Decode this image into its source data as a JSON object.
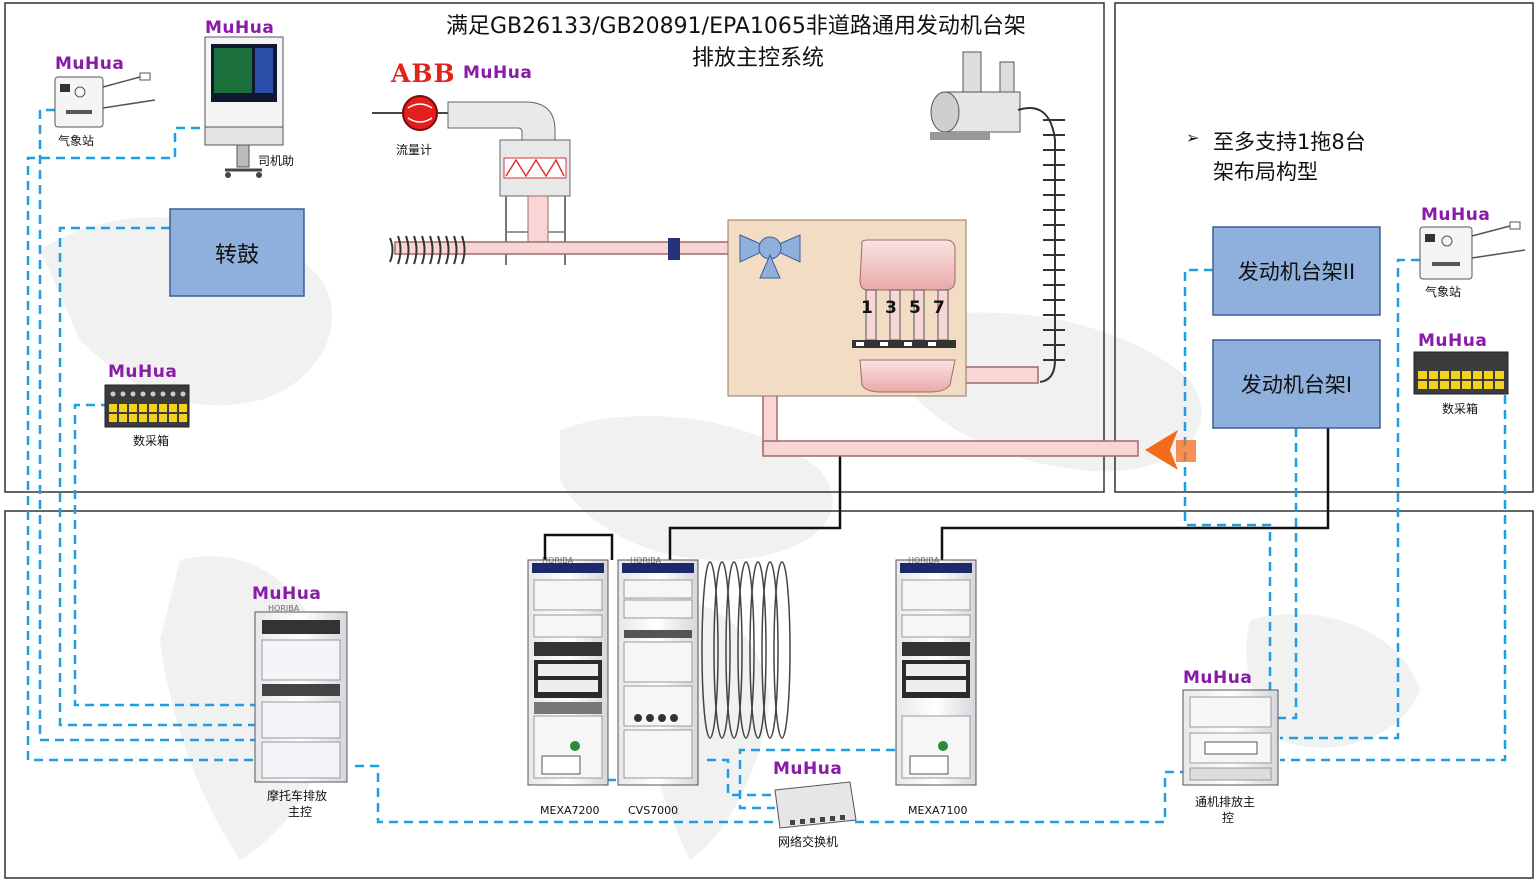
{
  "title": {
    "line1": "满足GB26133/GB20891/EPA1065非道路通用发动机台架",
    "line2": "排放主控系统"
  },
  "brands": {
    "muhua": "MuHua",
    "abb": "ABB",
    "horiba": "HORIBA"
  },
  "note": {
    "bullet": "➢",
    "line1": "至多支持1拖8台",
    "line2": "架布局构型"
  },
  "labels": {
    "weather_station_left": "气象站",
    "driver_robot": "司机助",
    "flow_meter": "流量计",
    "dyno": "转鼓",
    "daq_left": "数采箱",
    "engine_bench_2": "发动机台架II",
    "engine_bench_1": "发动机台架I",
    "weather_station_right": "气象站",
    "daq_right": "数采箱",
    "moto_controller_l1": "摩托车排放",
    "moto_controller_l2": "主控",
    "mexa7200": "MEXA7200",
    "cvs7000": "CVS7000",
    "mexa7100": "MEXA7100",
    "network_switch": "网络交换机",
    "general_controller_l1": "通机排放主",
    "general_controller_l2": "控"
  },
  "cylinder_numbers": [
    "1",
    "3",
    "5",
    "7"
  ],
  "colors": {
    "panel_border": "#333333",
    "box_fill": "#8fb0dc",
    "box_border": "#3b5f94",
    "dash_line": "#1ea0e0",
    "solid_line": "#111111",
    "pipe_fill": "#f8d6d6",
    "pipe_stroke": "#a06a6a",
    "engine_room": "#f2dcc4",
    "arrow": "#f26b1d",
    "brand": "#8a1aa8",
    "abb": "#e2231a"
  }
}
